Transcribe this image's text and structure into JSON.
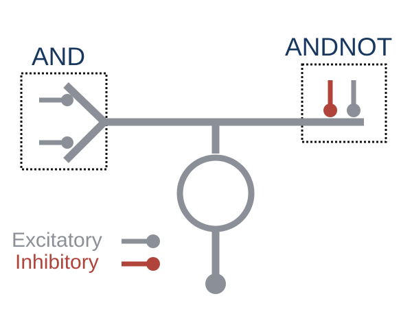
{
  "labels": {
    "and_gate": "AND",
    "andnot_gate": "ANDNOT"
  },
  "legend": {
    "excitatory": "Excitatory",
    "inhibitory": "Inhibitory"
  },
  "colors": {
    "excitatory": "#8b8f97",
    "inhibitory": "#b0443a",
    "gate_label": "#17375e",
    "box_border": "#111111"
  }
}
